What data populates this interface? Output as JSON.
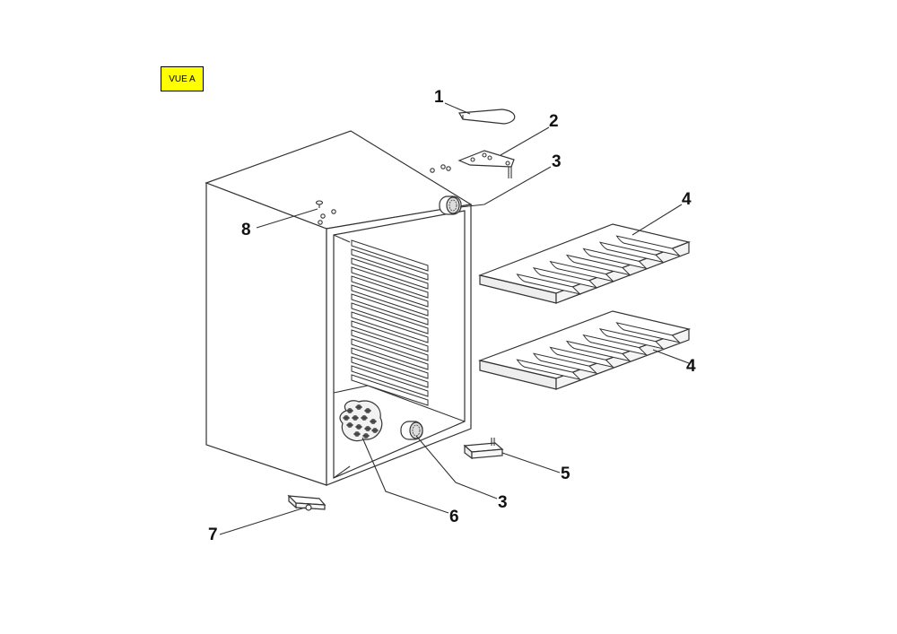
{
  "view_label": "VUE A",
  "colors": {
    "tag_fill": "#ffff00",
    "line": "#333333",
    "part_fill": "#ffffff",
    "shadow": "#e6e6e6"
  },
  "callouts": {
    "c1": "1",
    "c2": "2",
    "c3a": "3",
    "c3b": "3",
    "c4a": "4",
    "c4b": "4",
    "c5": "5",
    "c6": "6",
    "c7": "7",
    "c8": "8"
  }
}
